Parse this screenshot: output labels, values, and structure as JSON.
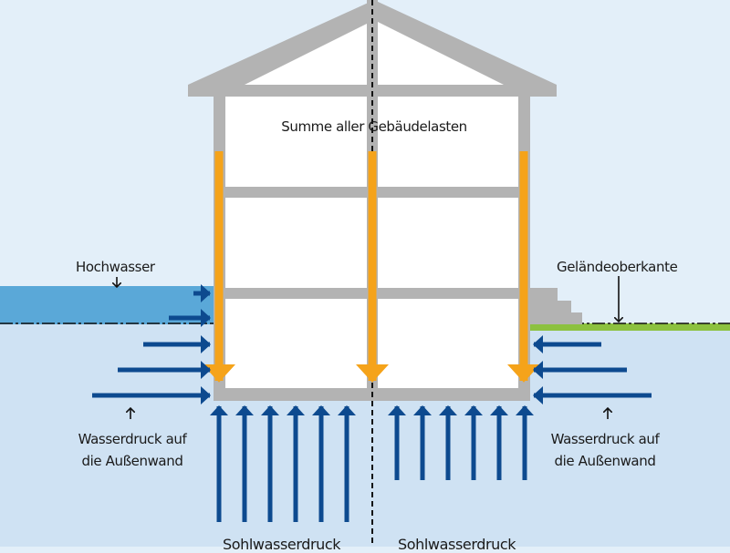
{
  "diagram": {
    "title_label": "Summe aller Gebäudelasten",
    "labels": {
      "flood": "Hochwasser",
      "ground_level": "Geländeoberkante",
      "wall_pressure_left_line1": "Wasserdruck auf",
      "wall_pressure_left_line2": "die Außenwand",
      "wall_pressure_right_line1": "Wasserdruck auf",
      "wall_pressure_right_line2": "die Außenwand",
      "base_pressure_left": "Sohlwasserdruck",
      "base_pressure_right": "Sohlwasserdruck"
    },
    "colors": {
      "sky": "#e3eff9",
      "ground_water": "#cfe2f3",
      "flood_water": "#5aa8d8",
      "structure": "#b3b3b3",
      "load_arrow": "#f5a31a",
      "pressure_arrow": "#0d4a8f",
      "grass": "#8cc13f"
    },
    "left_side_arrow_count": 5,
    "right_side_arrow_count": 3,
    "base_arrows_left_count": 6,
    "base_arrows_right_count": 6
  }
}
